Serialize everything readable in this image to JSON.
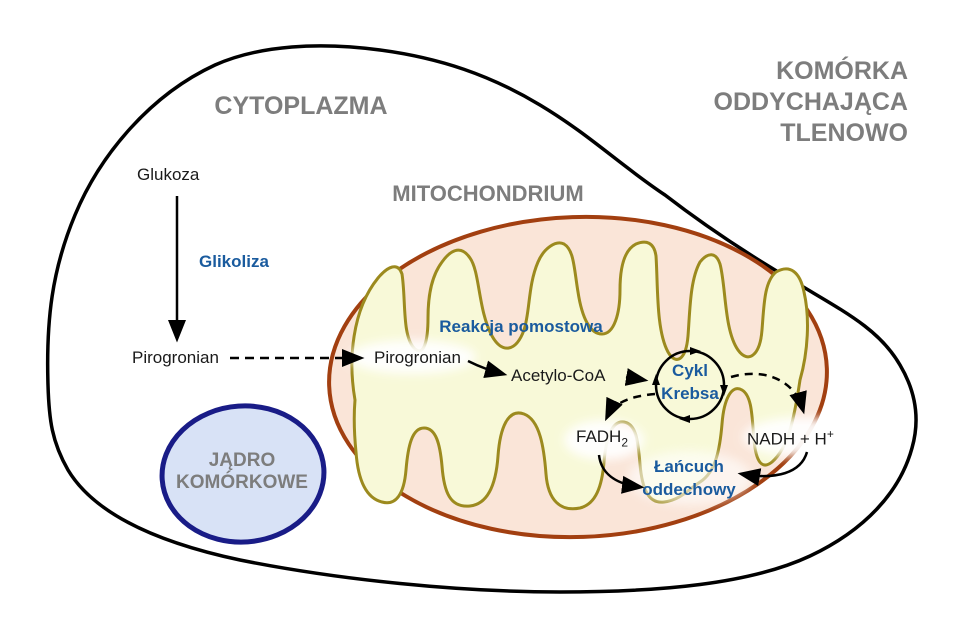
{
  "title": {
    "line1": "KOMÓRKA",
    "line2": "ODDYCHAJĄCA",
    "line3": "TLENOWO"
  },
  "regions": {
    "cytoplasm": "CYTOPLAZMA",
    "mitochondrion": "MITOCHONDRIUM",
    "nucleus_line1": "JĄDRO",
    "nucleus_line2": "KOMÓRKOWE"
  },
  "pathway": {
    "glucose": "Glukoza",
    "glycolysis": "Glikoliza",
    "pyruvate_cytoplasm": "Pirogronian",
    "pyruvate_mitochondrion": "Pirogronian",
    "bridge_reaction": "Reakcja pomostowa",
    "acetyl_coa": "Acetylo-CoA",
    "krebs_line1": "Cykl",
    "krebs_line2": "Krebsa",
    "fadh2_base": "FADH",
    "fadh2_sub": "2",
    "nadh_base": "NADH + H",
    "nadh_sup": "+",
    "respiratory_chain_line1": "Łańcuch",
    "respiratory_chain_line2": "oddechowy"
  },
  "colors": {
    "process_text_blue": "#1a5b9e",
    "region_text_gray": "#7d7d7d",
    "cell_outline": "#000000",
    "mitochondrion_outer_stroke": "#a23f10",
    "mitochondrion_outer_fill": "#fae5d8",
    "mitochondrion_inner_stroke": "#9c8a1e",
    "mitochondrion_inner_fill": "#f8f9d8",
    "nucleus_fill": "#d8e2f6",
    "nucleus_stroke": "#191c87"
  }
}
